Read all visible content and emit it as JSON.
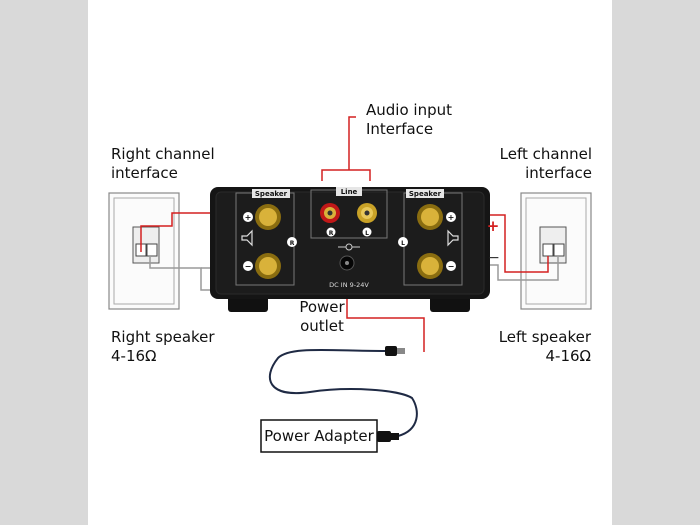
{
  "labels": {
    "audio_input": [
      "Audio input",
      "Interface"
    ],
    "right_channel": [
      "Right channel",
      "interface"
    ],
    "left_channel": [
      "Left channel",
      "interface"
    ],
    "power_outlet": [
      "Power",
      "outlet"
    ],
    "right_speaker": [
      "Right speaker",
      "4-16Ω"
    ],
    "left_speaker": [
      "Left speaker",
      "4-16Ω"
    ],
    "power_adapter": "Power Adapter"
  },
  "device": {
    "speaker_label_left": "Speaker",
    "speaker_label_right": "Speaker",
    "line_label": "Line",
    "line_r": "R",
    "line_l": "L",
    "channel_r": "R",
    "channel_l": "L",
    "dc_in": "DC IN  9-24V",
    "plus": "+",
    "minus": "−"
  },
  "wiring": {
    "plus_marker": "+",
    "minus_marker": "−"
  },
  "colors": {
    "red_wire": "#d42020",
    "gray_wire": "#9a9a9a",
    "power_cable": "#1f2a44",
    "amp_body": "#151515",
    "gold": "#c9a227"
  }
}
